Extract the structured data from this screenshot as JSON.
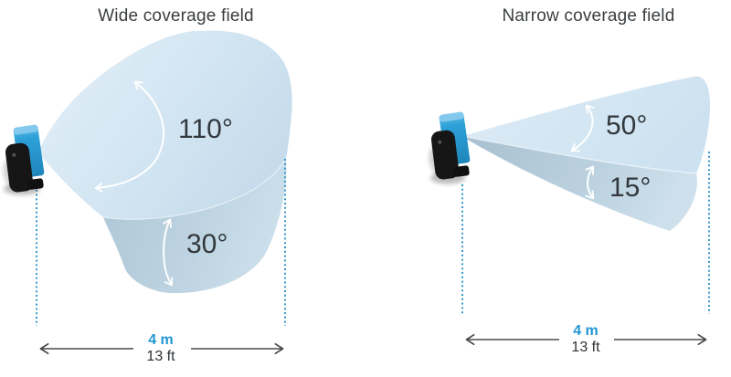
{
  "panels": [
    {
      "id": "wide",
      "title": "Wide coverage field",
      "horizontal_angle": "110°",
      "vertical_angle": "30°",
      "distance_metric": "4 m",
      "distance_imperial": "13 ft"
    },
    {
      "id": "narrow",
      "title": "Narrow coverage field",
      "horizontal_angle": "50°",
      "vertical_angle": "15°",
      "distance_metric": "4 m",
      "distance_imperial": "13 ft"
    }
  ],
  "colors": {
    "accent_blue": "#2196d3",
    "dotted_line_blue": "#3399cc",
    "field_top_light": "#e3eff8",
    "field_top_dark": "#c9deee",
    "field_front_light": "#cbdfeb",
    "field_front_dark": "#aec6d6",
    "device_blue": "#2da0d8",
    "title_text": "#3a3e41",
    "angle_text": "#33383c",
    "dimension_text": "#2c3033",
    "arrow_white": "#ffffff",
    "dimension_arrow_gray": "#4a4a4a"
  },
  "icons": {
    "sensor": "sensor-device-icon",
    "angle_arc": "curved-double-arrow-icon",
    "dimension": "double-headed-arrow-icon",
    "extent": "dotted-extent-line"
  }
}
